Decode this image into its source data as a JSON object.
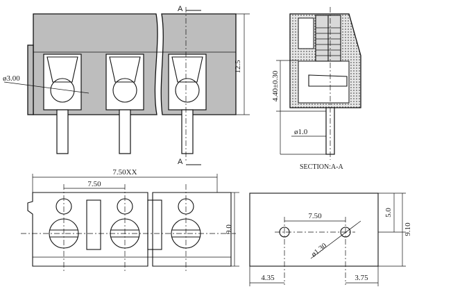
{
  "drawing": {
    "section_marker": "A",
    "section_label": "SECTION:A-A",
    "dims": {
      "dia_wire_entry": "ø3.00",
      "height_front": "12.5",
      "pin_length": "4.40±0.30",
      "pin_dia": "ø1.0",
      "overall_pitch": "7.50XX",
      "pitch_top": "7.50",
      "depth_top": "9.0",
      "hole_pitch": "7.50",
      "hole_dia": "ø1.30",
      "footprint_height": "9.10",
      "footprint_half": "5.0",
      "left_offset": "4.35",
      "right_offset": "3.75"
    }
  }
}
